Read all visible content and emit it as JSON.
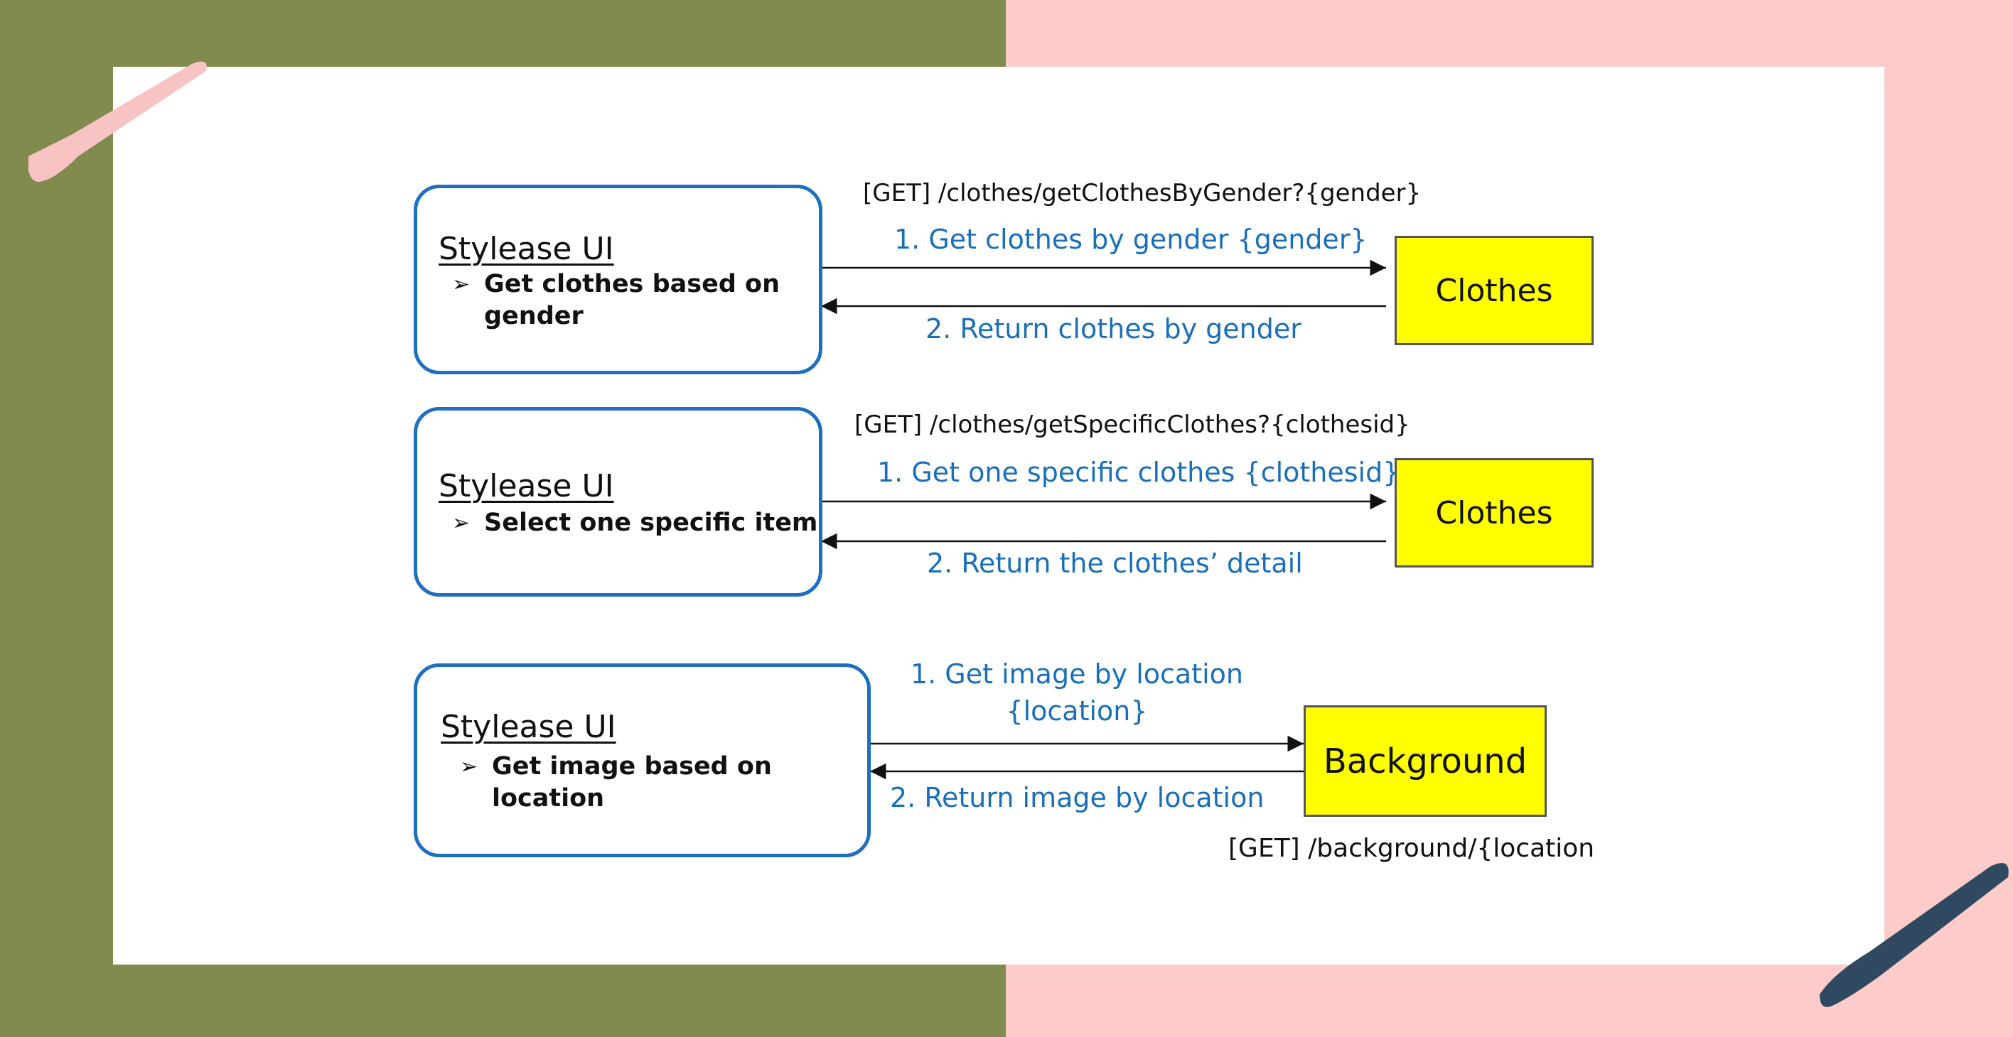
{
  "colors": {
    "left_background": "#818b4e",
    "right_background": "#fccbca",
    "slide": "#ffffff",
    "ui_border": "#1e6fbf",
    "step_text": "#1a6fb8",
    "target_fill": "#ffff00",
    "stroke_top_left": "#f8c4c3",
    "stroke_bottom_right": "#2f4960"
  },
  "icons": {
    "bullet": "arrowhead-bullet-icon"
  },
  "bullet_glyph": "➢",
  "flows": [
    {
      "ui": {
        "title": "Stylease UI",
        "item": "Get clothes based on gender"
      },
      "endpoint": "[GET] /clothes/getClothesByGender?{gender}",
      "request": "1. Get clothes by gender {gender}",
      "response": "2. Return clothes by gender",
      "target": "Clothes"
    },
    {
      "ui": {
        "title": "Stylease UI",
        "item": "Select one specific item"
      },
      "endpoint": "[GET] /clothes/getSpecificClothes?{clothesid}",
      "request": "1. Get one specific clothes {clothesid}",
      "response": "2. Return the clothes’ detail",
      "target": "Clothes"
    },
    {
      "ui": {
        "title": "Stylease UI",
        "item": "Get image based on location"
      },
      "endpoint": "[GET] /background/{location",
      "request_line1": "1. Get image by location",
      "request_line2": "{location}",
      "response": "2. Return image by location",
      "target": "Background"
    }
  ]
}
